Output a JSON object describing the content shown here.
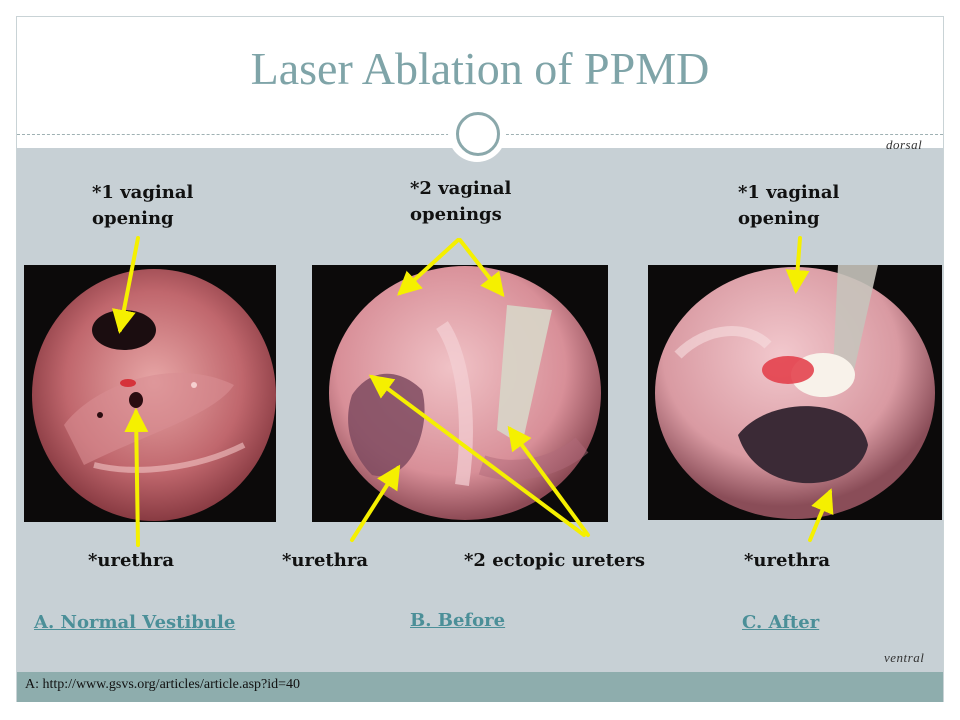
{
  "title": "Laser Ablation of PPMD",
  "orientation": {
    "top": "dorsal",
    "bottom": "ventral"
  },
  "panels": [
    {
      "top_label": "*1 vaginal opening",
      "bottom_labels": [
        "*urethra"
      ],
      "caption": "A. Normal Vestibule"
    },
    {
      "top_label": "*2 vaginal openings",
      "bottom_labels": [
        "*urethra",
        "*2 ectopic ureters"
      ],
      "caption": "B. Before"
    },
    {
      "top_label": "*1 vaginal opening",
      "bottom_labels": [
        "*urethra"
      ],
      "caption": "C. After"
    }
  ],
  "labels": {
    "a_top_1": "*1 vaginal",
    "a_top_2": "opening",
    "b_top_1": "*2 vaginal",
    "b_top_2": "openings",
    "c_top_1": "*1 vaginal",
    "c_top_2": "opening",
    "a_urethra": "*urethra",
    "b_urethra": "*urethra",
    "b_ureters": "*2 ectopic ureters",
    "c_urethra": "*urethra"
  },
  "captions": {
    "a": "A. Normal Vestibule",
    "b": "B. Before",
    "c": "C. After"
  },
  "footer": "A: http://www.gsvs.org/articles/article.asp?id=40",
  "colors": {
    "title": "#7fa4a8",
    "caption": "#4b8f98",
    "arrow": "#f5f000",
    "content_bg": "#c7d0d5",
    "footer_bg": "#8eadad"
  }
}
